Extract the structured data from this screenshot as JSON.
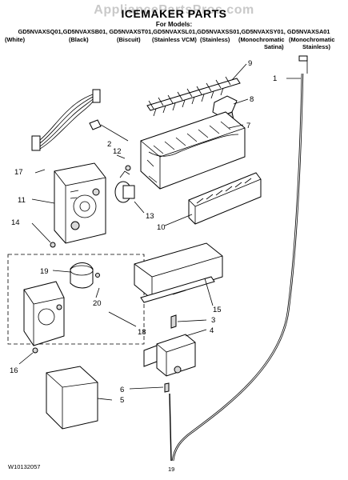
{
  "header": {
    "watermark": "AppliancePartsPros.com",
    "title": "ICEMAKER PARTS",
    "for_models_label": "For Models:",
    "models": "GD5NVAXSQ01,GD5NVAXSB01, GD5NVAXST01,GD5NVAXSL01,GD5NVAXSS01,GD5NVAXSY01, GD5NVAXSA01",
    "variants": [
      "(White)",
      "(Black)",
      "(Biscuit)",
      "(Stainless VCM)",
      "(Stainless)",
      "(Monochromatic",
      "(Monochromatic"
    ],
    "variant_line2": [
      "Satina)",
      "Stainless)"
    ]
  },
  "callouts": [
    "1",
    "2",
    "3",
    "4",
    "5",
    "6",
    "7",
    "8",
    "9",
    "10",
    "11",
    "12",
    "13",
    "14",
    "15",
    "16",
    "17",
    "18",
    "19",
    "20"
  ],
  "footer": {
    "doc_number": "W10132057",
    "page_number": "19"
  }
}
